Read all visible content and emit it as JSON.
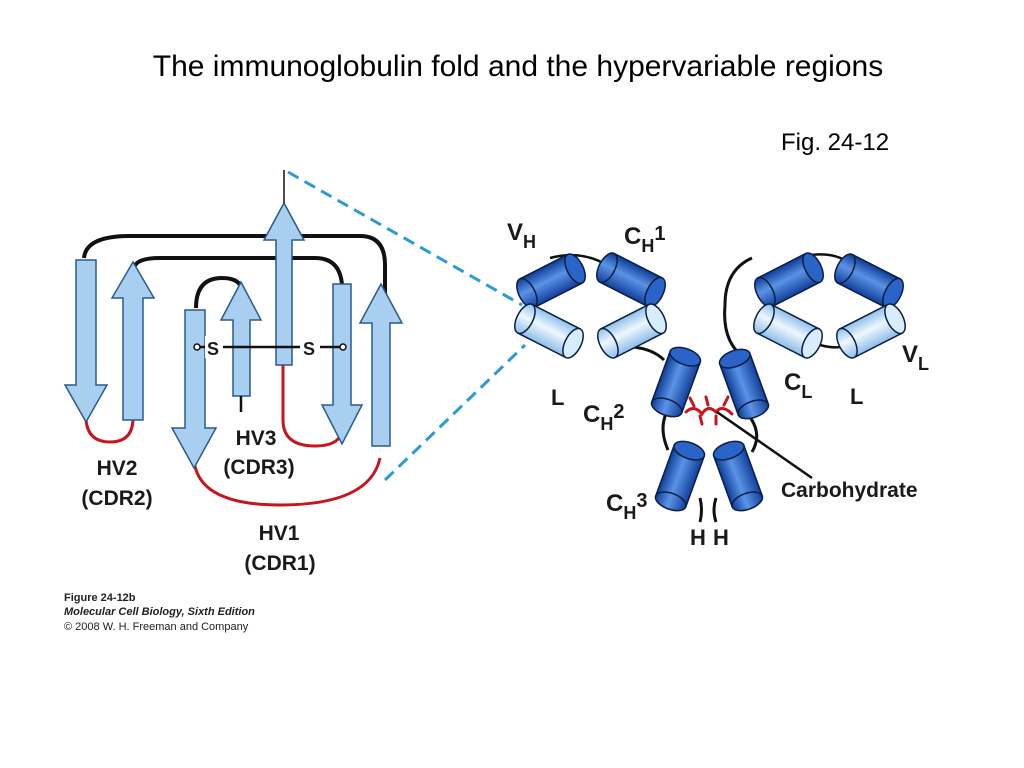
{
  "slide": {
    "title": "The immunoglobulin fold and the hypervariable regions",
    "fig_number": "Fig. 24-12"
  },
  "fold": {
    "s_left": "S",
    "s_right": "S",
    "hv2": "HV2",
    "cdr2": "(CDR2)",
    "hv3": "HV3",
    "cdr3": "(CDR3)",
    "hv1": "HV1",
    "cdr1": "(CDR1)"
  },
  "antibody": {
    "vh_main": "V",
    "vh_sub": "H",
    "ch1_main": "C",
    "ch1_sub": "H",
    "ch1_sup": "1",
    "ch2_main": "C",
    "ch2_sub": "H",
    "ch2_sup": "2",
    "ch3_main": "C",
    "ch3_sub": "H",
    "ch3_sup": "3",
    "vl_main": "V",
    "vl_sub": "L",
    "cl_main": "C",
    "cl_sub": "L",
    "l_left": "L",
    "l_right": "L",
    "h_left": "H",
    "h_right": "H",
    "carbohydrate": "Carbohydrate"
  },
  "credits": {
    "figure_id": "Figure 24-12b",
    "book": "Molecular Cell Biology, Sixth Edition",
    "copyright": "© 2008 W. H. Freeman and Company"
  },
  "colors": {
    "strand_fill": "#a8cff0",
    "strand_stroke": "#2a5a8c",
    "loop_red": "#c4161c",
    "dash_blue": "#2b9bd8",
    "domain_dark": "#1f5fc4",
    "domain_light": "#c9e4f8"
  }
}
